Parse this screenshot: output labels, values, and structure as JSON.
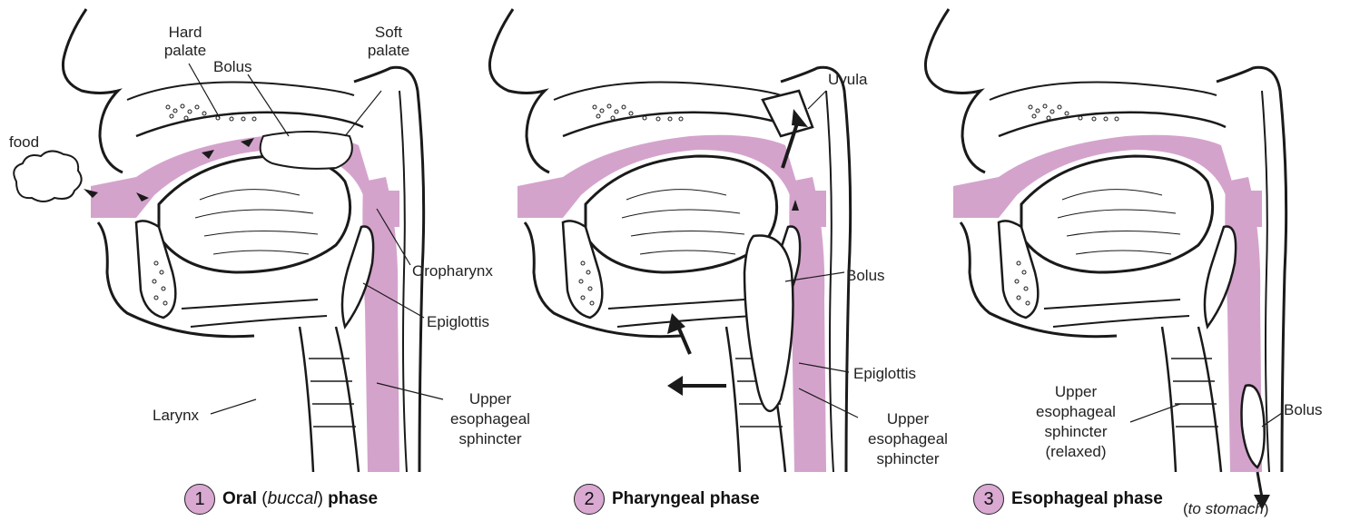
{
  "colors": {
    "pink": "#d4a3cc",
    "ink": "#1a1a1a",
    "label": "#222222",
    "badge": "#d9a9d2"
  },
  "panel1": {
    "food": "food",
    "hard_palate_1": "Hard",
    "hard_palate_2": "palate",
    "bolus": "Bolus",
    "soft_palate_1": "Soft",
    "soft_palate_2": "palate",
    "oropharynx": "Oropharynx",
    "epiglottis": "Epiglottis",
    "larynx": "Larynx",
    "ues_1": "Upper",
    "ues_2": "esophageal",
    "ues_3": "sphincter",
    "caption_num": "1",
    "caption_bold": "Oral",
    "caption_open": " (",
    "caption_italic": "buccal",
    "caption_close": ") ",
    "caption_bold2": "phase"
  },
  "panel2": {
    "uvula": "Uvula",
    "bolus": "Bolus",
    "epiglottis": "Epiglottis",
    "ues_1": "Upper",
    "ues_2": "esophageal",
    "ues_3": "sphincter",
    "caption_num": "2",
    "caption_bold": "Pharyngeal phase"
  },
  "panel3": {
    "ues_1": "Upper",
    "ues_2": "esophageal",
    "ues_3": "sphincter",
    "ues_4": "(relaxed)",
    "bolus": "Bolus",
    "caption_num": "3",
    "caption_bold": "Esophageal phase",
    "stomach_open": "(",
    "stomach_italic": "to stomach",
    "stomach_close": ")"
  }
}
